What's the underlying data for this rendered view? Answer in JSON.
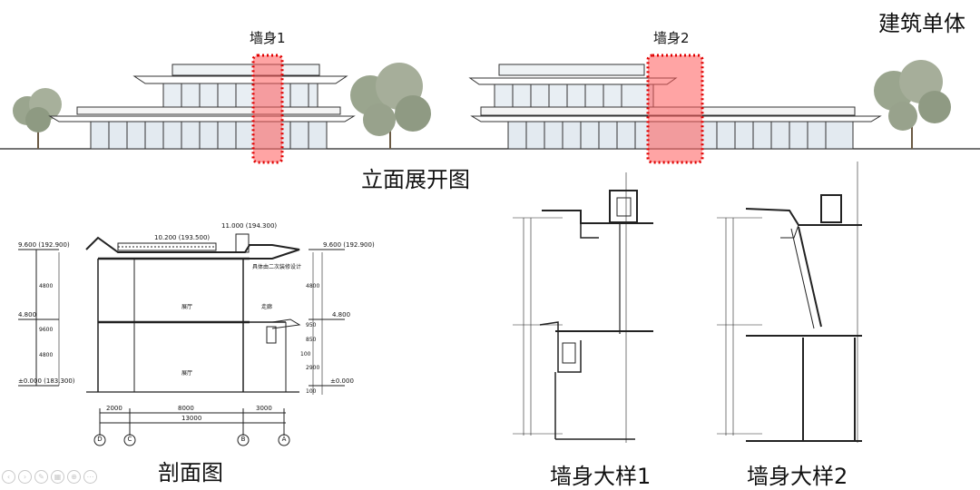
{
  "header": {
    "title": "建筑单体"
  },
  "elevation": {
    "caption": "立面展开图",
    "markers": [
      {
        "label": "墙身1"
      },
      {
        "label": "墙身2"
      }
    ]
  },
  "section": {
    "caption": "剖面图",
    "levels_left": [
      "9.600 (192.900)",
      "4.800",
      "±0.000 (183.300)"
    ],
    "levels_right": [
      "9.600 (192.900)",
      "4.800",
      "±0.000"
    ],
    "roof_levels": [
      "10.200 (193.500)",
      "11.000 (194.300)"
    ],
    "heights_left": [
      "4800",
      "9600",
      "4800"
    ],
    "heights_right": [
      "4800",
      "950",
      "850",
      "100",
      "2900",
      "100"
    ],
    "room_labels": [
      "展厅",
      "走廊",
      "展厅"
    ],
    "note": "具体由二次装修设计",
    "spans": [
      "2000",
      "8000",
      "3000"
    ],
    "total": "13000",
    "axes": [
      "D",
      "C",
      "B",
      "A"
    ]
  },
  "details": [
    {
      "caption": "墙身大样1"
    },
    {
      "caption": "墙身大样2"
    }
  ],
  "colors": {
    "highlight_fill": "#ff5a5a",
    "highlight_border": "#e00000",
    "line": "#222222"
  },
  "nav_icons": [
    "prev-icon",
    "next-icon",
    "pen-icon",
    "grid-icon",
    "zoom-icon",
    "more-icon"
  ]
}
